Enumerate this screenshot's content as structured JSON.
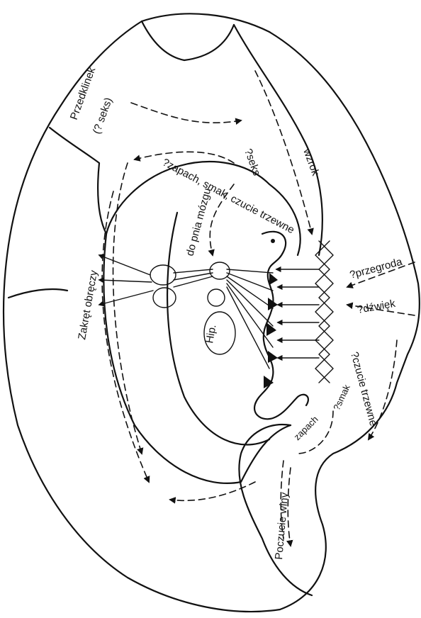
{
  "labels": {
    "przedklinek": "Przedklinek",
    "seks_q": "(? seks)",
    "wzrok": "wzrok",
    "seks": "?seks",
    "zapach_smak_czucie": "?zapach, smak, czucie trzewne",
    "do_pnia_mozgu": "do pnia mózgu",
    "zakret_obreczy": "Zakręt obręczy",
    "hip": "Hip.",
    "przegroda": "?przegroda",
    "dzwiek": "?dźwięk",
    "czucie_trzewne": "?czucie trzewne",
    "smak": "?smak",
    "zapach": "zapach",
    "poczucie_winy": "Poczucie winy"
  },
  "colors": {
    "ink": "#111111",
    "paper": "#ffffff"
  }
}
